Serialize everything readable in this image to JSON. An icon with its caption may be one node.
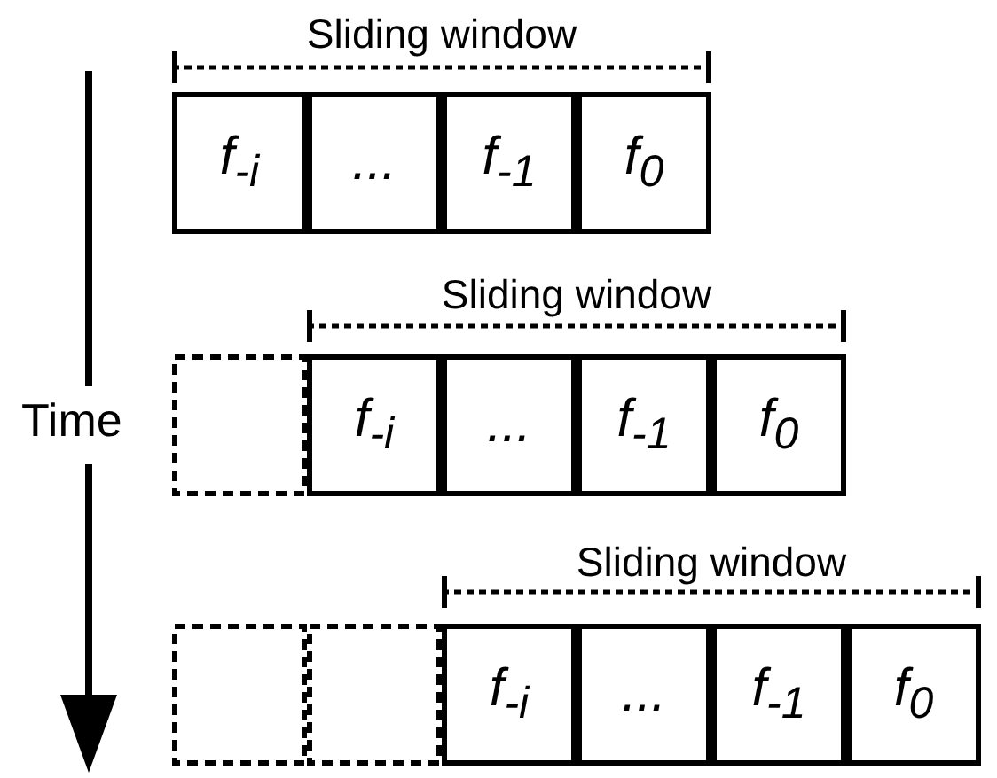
{
  "diagram": {
    "nodes": [
      {
        "text": [
          "f$_{-i}$"
        ]
      },
      {
        "text": [
          "..."
        ]
      },
      {
        "text": [
          "f$_{-1}$"
        ]
      },
      {
        "text": [
          "f$_{0}$"
        ]
      },
      {
        "text": [],
        "shape": "box"
      },
      {
        "text": [
          "f$_{-i}$"
        ]
      },
      {
        "text": [
          "..."
        ]
      },
      {
        "text": [
          "f$_{-1}$"
        ]
      },
      {
        "text": [
          "f$_{0}$"
        ]
      },
      {
        "text": [],
        "shape": "box"
      },
      {
        "text": [],
        "shape": "box"
      },
      {
        "text": [
          "f$_{-i}$"
        ]
      },
      {
        "text": [
          "..."
        ]
      },
      {
        "text": [
          "f$_{-1}$"
        ]
      },
      {
        "text": [
          "f$_{0}$"
        ]
      }
    ],
    "edges": [],
    "labels": [
      "Sliding window",
      "Sliding window",
      "Time",
      "Sliding window"
    ]
  }
}
